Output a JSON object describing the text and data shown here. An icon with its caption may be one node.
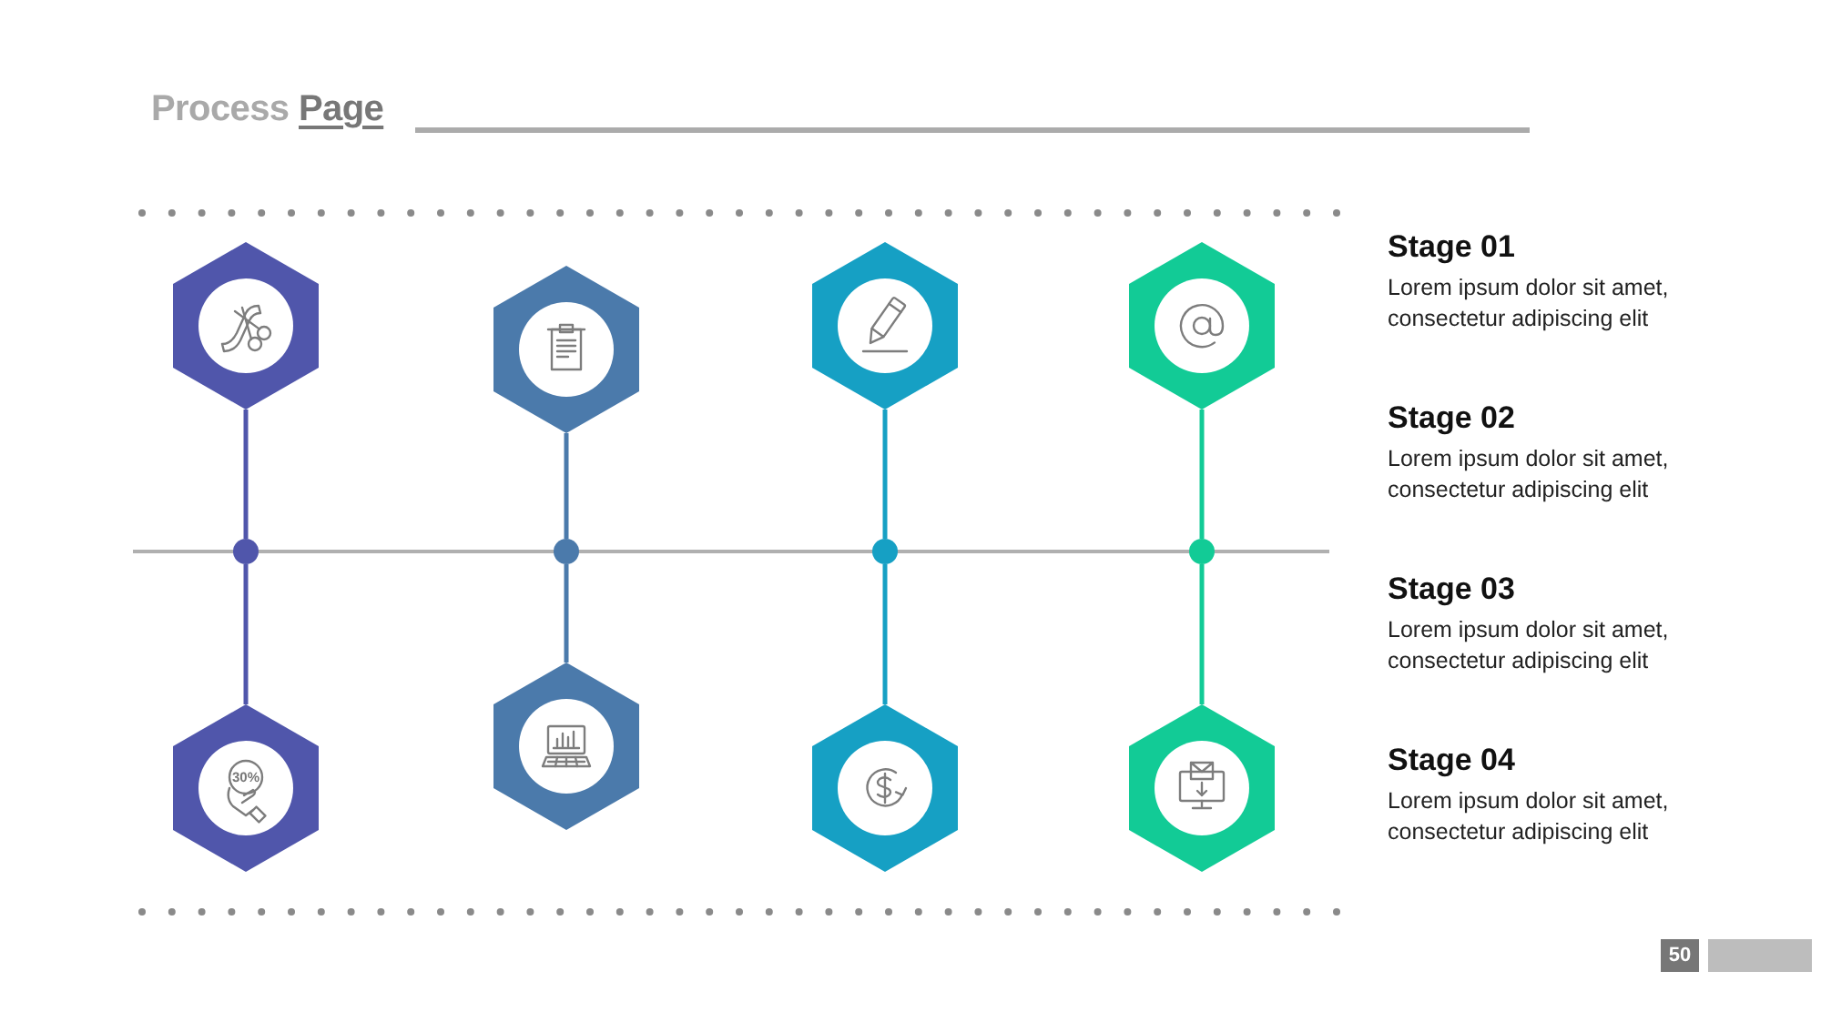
{
  "diagram": {
    "title": "Process **Page**",
    "nodes": [
      {
        "text": [],
        "shape": "hexagon"
      },
      {
        "text": [],
        "shape": "hexagon"
      },
      {
        "text": [],
        "shape": "hexagon"
      },
      {
        "text": [],
        "shape": "hexagon"
      },
      {
        "text": [],
        "shape": "circle"
      },
      {
        "text": [],
        "shape": "circle"
      },
      {
        "text": [],
        "shape": "circle"
      },
      {
        "text": [],
        "shape": "circle"
      },
      {
        "text": [
          "30%"
        ]
      },
      {
        "text": [],
        "shape": "hexagon"
      },
      {
        "text": [],
        "shape": "hexagon"
      },
      {
        "text": [],
        "shape": "hexagon"
      }
    ],
    "edges": [
      {
        "from": 0,
        "to": 4,
        "arrow": "none",
        "color": "#5056ab"
      },
      {
        "from": 4,
        "to": 8,
        "arrow": "none",
        "color": "#5056ab"
      },
      {
        "from": 1,
        "to": 5,
        "arrow": "none",
        "color": "#4b7aab"
      },
      {
        "from": 5,
        "to": 9,
        "arrow": "none",
        "color": "#4b7aab"
      },
      {
        "from": 2,
        "to": 6,
        "arrow": "none",
        "color": "#16a0c4"
      },
      {
        "from": 6,
        "to": 10,
        "arrow": "none",
        "color": "#16a0c4"
      },
      {
        "from": 3,
        "to": 7,
        "arrow": "none",
        "color": "#12cb96"
      },
      {
        "from": 7,
        "to": 11,
        "arrow": "none",
        "color": "#12cb96"
      }
    ],
    "labels": [
      "Stage 01",
      "Lorem ipsum dolor sit amet, consectetur adipiscing elit",
      "Stage 02",
      "Lorem ipsum dolor sit amet, consectetur adipiscing elit",
      "Stage 03",
      "Lorem ipsum dolor sit amet, consectetur adipiscing elit",
      "Stage 04",
      "Lorem ipsum dolor sit amet, consectetur adipiscing elit",
      "50"
    ]
  }
}
